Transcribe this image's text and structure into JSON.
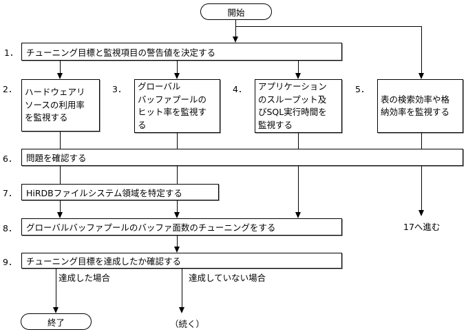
{
  "diagram": {
    "title_hint": "tuning flowchart",
    "start": "開始",
    "end": "終了",
    "continue": "（続く）",
    "goto17": "17へ進む",
    "branch_yes": "達成した場合",
    "branch_no": "達成していない場合",
    "steps": [
      {
        "num": "1．",
        "label": "チューニング目標と監視項目の警告値を決定する"
      },
      {
        "num": "2．",
        "label": "ハードウェアリ\nソースの利用率\nを監視する"
      },
      {
        "num": "3．",
        "label": "グローバル\nバッファプールの\nヒット率を監視す\nる"
      },
      {
        "num": "4．",
        "label": "アプリケーション\nのスループット及\nびSQL実行時間を\n監視する"
      },
      {
        "num": "5．",
        "label": "表の検索効率や格\n納効率を監視する"
      },
      {
        "num": "6．",
        "label": "問題を確認する"
      },
      {
        "num": "7．",
        "label": "HiRDBファイルシステム領域を特定する"
      },
      {
        "num": "8．",
        "label": "グローバルバッファプールのバッファ面数のチューニングをする"
      },
      {
        "num": "9．",
        "label": "チューニング目標を達成したか確認する"
      }
    ],
    "colors": {
      "line": "#000000",
      "background": "#ffffff",
      "box_fill": "#ffffff",
      "box_shadow": "#9a9a9a"
    }
  }
}
